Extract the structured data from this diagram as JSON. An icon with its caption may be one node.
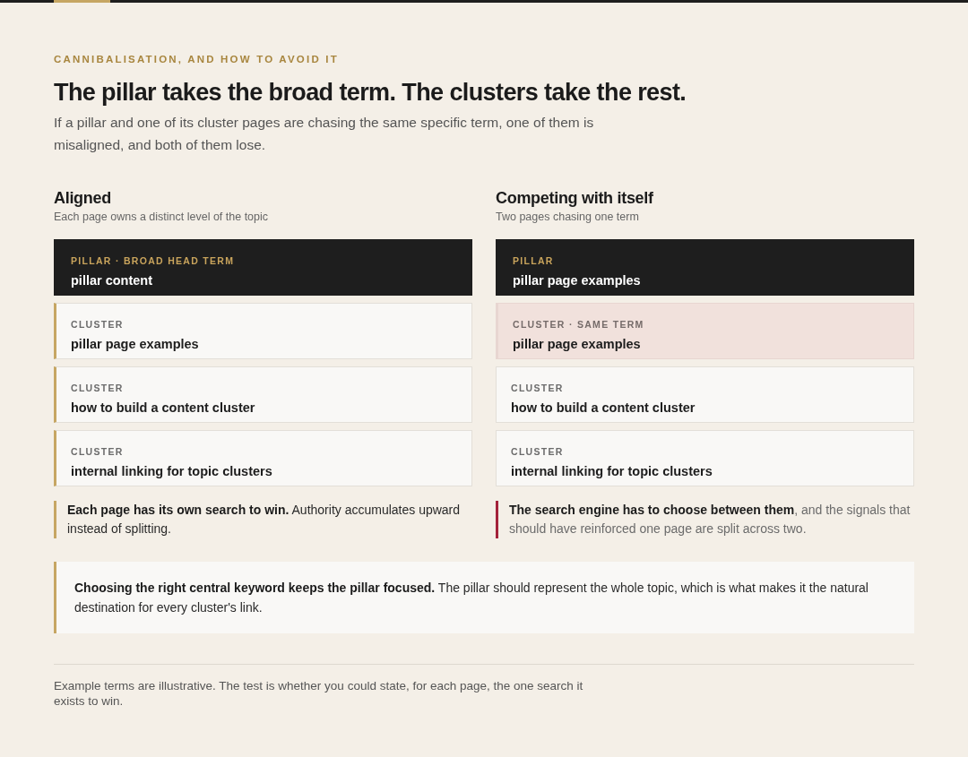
{
  "diagram": {
    "title": "The pillar takes the broad term. The clusters take the rest.",
    "caption": "Example terms are illustrative. The test is whether you could state, for each page, the one search it exists to win.",
    "nodes": [
      {
        "text": [
          "PILLAR · BROAD HEAD TERM",
          "pillar content"
        ]
      },
      {
        "text": [
          "CLUSTER",
          "pillar page examples"
        ]
      },
      {
        "text": [
          "CLUSTER",
          "how to build a content cluster"
        ]
      },
      {
        "text": [
          "CLUSTER",
          "internal linking for topic clusters"
        ]
      },
      {
        "text": [
          "PILLAR",
          "pillar page examples"
        ]
      },
      {
        "text": [
          "CLUSTER · SAME TERM",
          "pillar page examples"
        ]
      },
      {
        "text": [
          "CLUSTER",
          "how to build a content cluster"
        ]
      },
      {
        "text": [
          "CLUSTER",
          "internal linking for topic clusters"
        ]
      },
      {
        "text": [
          "**Choosing the right central keyword keeps the pillar focused.** The pillar should represent the whole topic, which is what makes it the natural destination for every cluster's link."
        ]
      }
    ],
    "edges": [],
    "labels": [
      "CANNIBALISATION, AND HOW TO AVOID IT",
      "If a pillar and one of its cluster pages are chasing the same specific term, one of them is misaligned, and both of them lose.",
      "Aligned",
      "Each page owns a distinct level of the topic",
      "**Each page has its own search to win.** Authority accumulates upward instead of splitting.",
      "Competing with itself",
      "Two pages chasing one term",
      "**The search engine has to choose between them**, and the signals that should have reinforced one page are split across two."
    ]
  }
}
